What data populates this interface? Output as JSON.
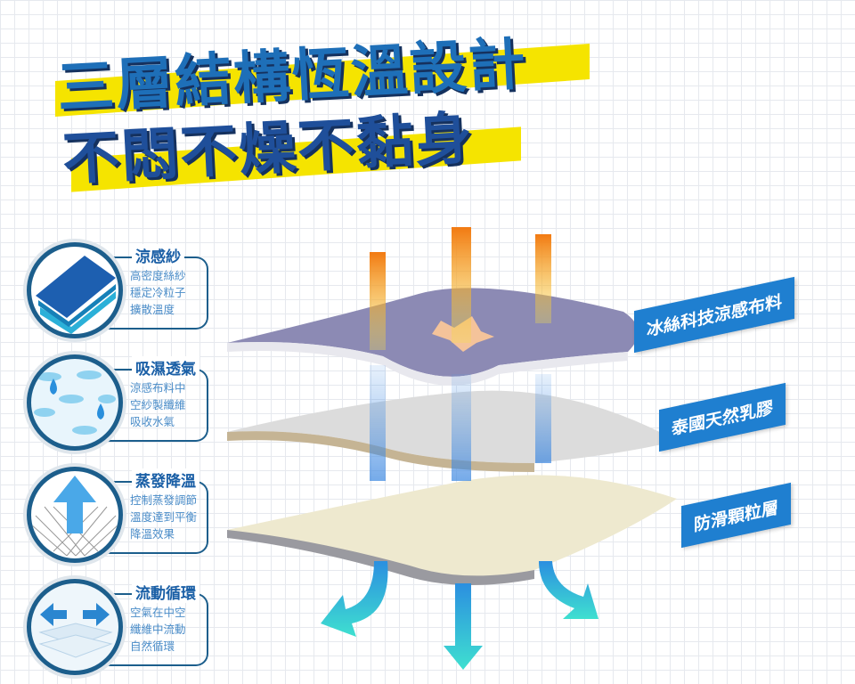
{
  "headline": {
    "line1": "三層結構恆溫設計",
    "line2": "不悶不燥不黏身"
  },
  "features": [
    {
      "title": "涼感紗",
      "desc": "高密度絲紗\n穩定冷粒子\n擴散溫度",
      "icon": "cool-fabric-icon"
    },
    {
      "title": "吸濕透氣",
      "desc": "涼感布料中\n空紗製纖維\n吸收水氣",
      "icon": "water-drop-icon"
    },
    {
      "title": "蒸發降溫",
      "desc": "控制蒸發調節\n溫度達到平衡\n降溫效果",
      "icon": "evaporation-arrow-icon"
    },
    {
      "title": "流動循環",
      "desc": "空氣在中空\n纖維中流動\n自然循環",
      "icon": "airflow-icon"
    }
  ],
  "layers": [
    "冰絲科技涼感布料",
    "泰國天然乳膠",
    "防滑顆粒層"
  ],
  "colors": {
    "yellow": "#f5e400",
    "blue": "#1f7fd0",
    "navy": "#1c5e8c"
  }
}
